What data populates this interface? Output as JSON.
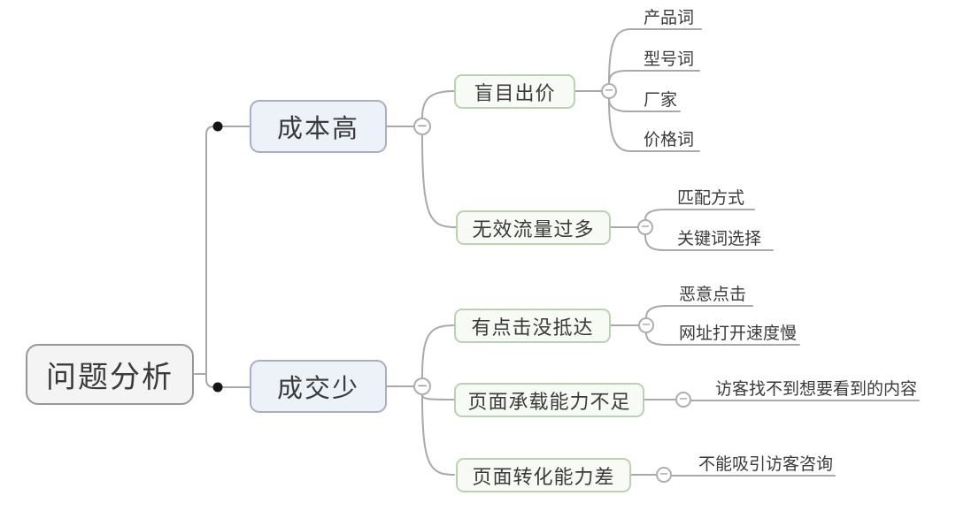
{
  "diagram": {
    "collapse_glyph": "−",
    "colors": {
      "background": "#ffffff",
      "line": "#a9a9a9",
      "junction_dot": "#151515",
      "root_fill": "#f4f4f4",
      "root_border": "#979797",
      "branch_fill": "#edf1f8",
      "branch_border": "#a8aec8",
      "topic_fill": "#f8fbf5",
      "topic_border": "#b9d3af",
      "text": "#3a3a3a"
    },
    "root": {
      "label": "问题分析"
    },
    "branches": [
      {
        "label": "成本高",
        "children": [
          {
            "label": "盲目出价",
            "children": [
              {
                "label": "产品词"
              },
              {
                "label": "型号词"
              },
              {
                "label": "厂家"
              },
              {
                "label": "价格词"
              }
            ]
          },
          {
            "label": "无效流量过多",
            "children": [
              {
                "label": "匹配方式"
              },
              {
                "label": "关键词选择"
              }
            ]
          }
        ]
      },
      {
        "label": "成交少",
        "children": [
          {
            "label": "有点击没抵达",
            "children": [
              {
                "label": "恶意点击"
              },
              {
                "label": "网址打开速度慢"
              }
            ]
          },
          {
            "label": "页面承载能力不足",
            "children": [
              {
                "label": "访客找不到想要看到的内容"
              }
            ]
          },
          {
            "label": "页面转化能力差",
            "children": [
              {
                "label": "不能吸引访客咨询"
              }
            ]
          }
        ]
      }
    ]
  }
}
